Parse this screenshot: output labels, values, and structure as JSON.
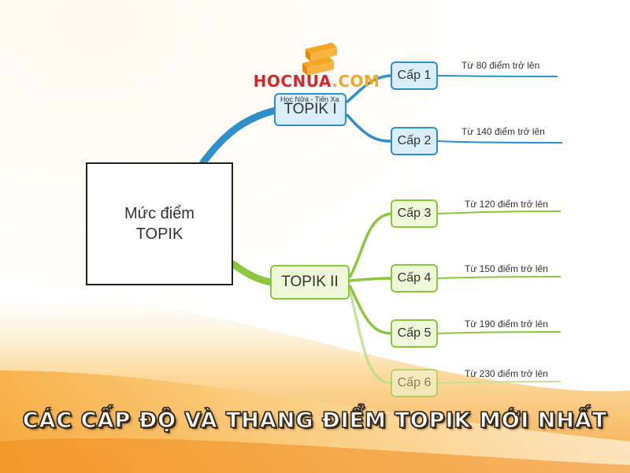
{
  "root": {
    "line1": "Mức điểm",
    "line2": "TOPIK"
  },
  "topik1": {
    "label": "TOPIK I",
    "levels": [
      {
        "label": "Cấp 1",
        "requirement": "Từ 80 điểm trở lên"
      },
      {
        "label": "Cấp 2",
        "requirement": "Từ 140 điểm trở lên"
      }
    ]
  },
  "topik2": {
    "label": "TOPIK II",
    "levels": [
      {
        "label": "Cấp 3",
        "requirement": "Từ 120 điểm trở lên"
      },
      {
        "label": "Cấp 4",
        "requirement": "Từ 150 điểm trở lên"
      },
      {
        "label": "Cấp 5",
        "requirement": "Từ 190 điểm trở lên"
      },
      {
        "label": "Cấp 6",
        "requirement": "Từ 230 điểm trở lên"
      }
    ]
  },
  "logo": {
    "brand": "HOCNUA",
    "domain": ".COM",
    "tagline": "Học Nữa - Tiến Xa"
  },
  "banner": {
    "title": "CÁC CẤP ĐỘ VÀ THANG ĐIỂM TOPIK MỚI NHẤT"
  },
  "colors": {
    "blue_branch": "#2f8fc9",
    "green_branch": "#8cc63f",
    "brand_red": "#d8272b",
    "brand_orange": "#f5a623"
  }
}
